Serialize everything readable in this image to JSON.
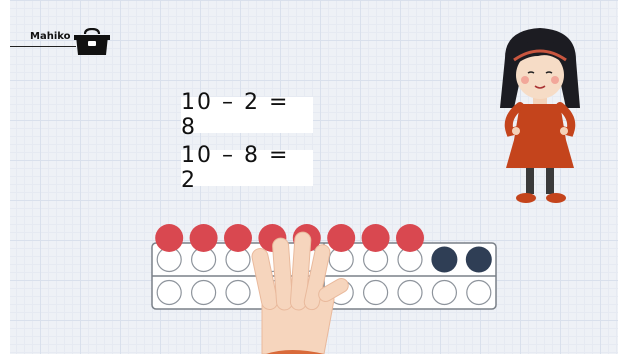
{
  "brand": {
    "name": "Mahiko",
    "logo_icon": "toolbox-icon"
  },
  "equations": [
    {
      "text": "10 – 2 =  8"
    },
    {
      "text": "10 – 8 =  2"
    }
  ],
  "ten_frame": {
    "frames": 2,
    "rows": 2,
    "columns_per_frame": 5,
    "counters_above_total": 8,
    "dark_counters_top_row_count": 2,
    "colors": {
      "red_counter": "#d94850",
      "dark_counter": "#2f3e55",
      "frame_border": "#7a8088",
      "empty_circle_border": "#8e949c"
    }
  },
  "illustrations": {
    "girl": "girl-character-icon",
    "hand": "hand-icon"
  }
}
